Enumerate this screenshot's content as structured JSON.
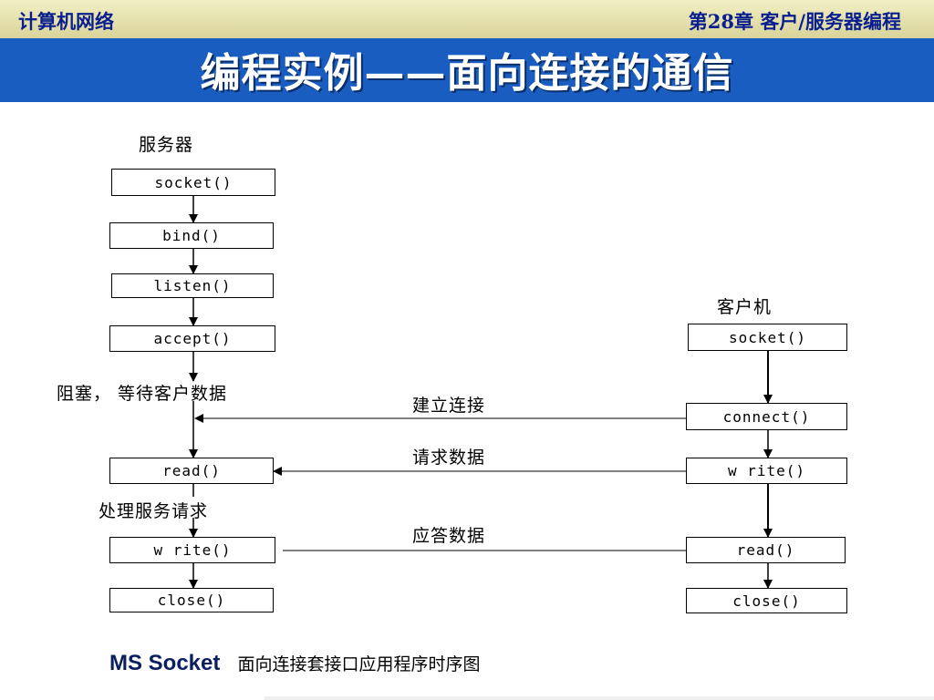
{
  "header": {
    "course": "计算机网络",
    "chapter": "第28章  客户/服务器编程"
  },
  "title": "编程实例——面向连接的通信",
  "server": {
    "label": "服务器",
    "steps": [
      "socket()",
      "bind()",
      "listen()",
      "accept()",
      "read()",
      "w rite()",
      "close()"
    ]
  },
  "client": {
    "label": "客户机",
    "steps": [
      "socket()",
      "connect()",
      "w rite()",
      "read()",
      "close()"
    ]
  },
  "annotations": {
    "blocking": "阻塞，  等待客户数据",
    "processing": "处理服务请求"
  },
  "messages": {
    "connect": "建立连接",
    "request": "请求数据",
    "response": "应答数据"
  },
  "caption": {
    "bold": "MS Socket",
    "text": "面向连接套接口应用程序时序图"
  },
  "colors": {
    "title_bar": "#1a5dc0",
    "header_text": "#0a1f8f",
    "caption_bold": "#0a1f5f"
  }
}
